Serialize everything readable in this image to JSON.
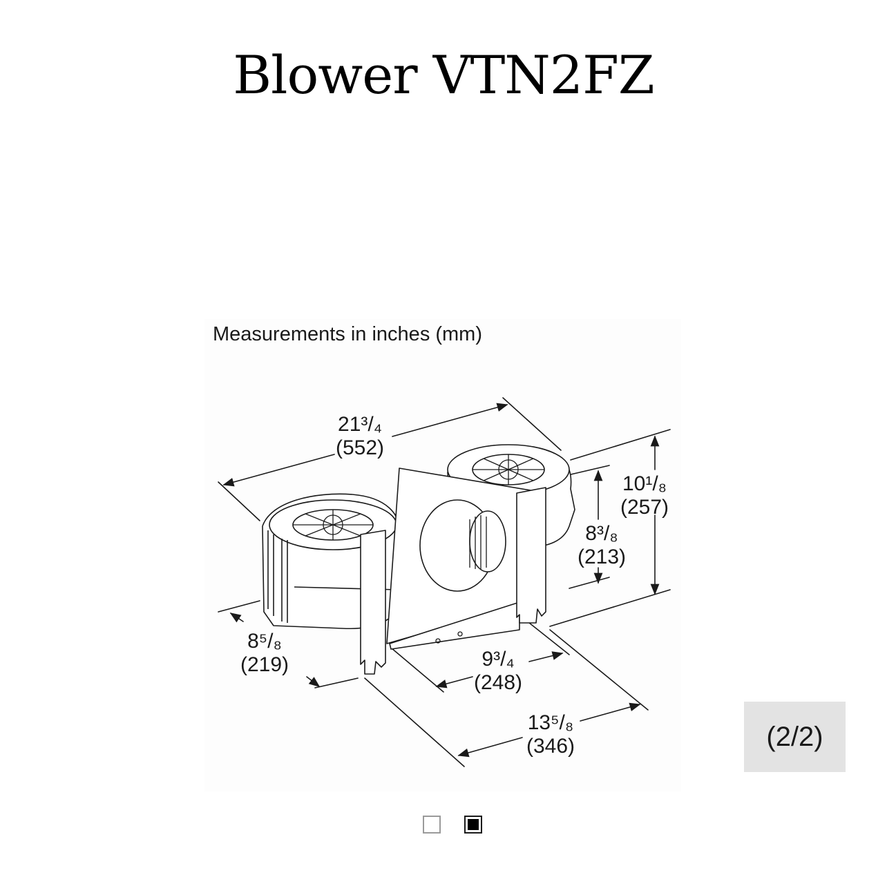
{
  "header": {
    "title": "Blower VTN2FZ"
  },
  "figure": {
    "caption": "Measurements in inches (mm)",
    "dimensions": [
      {
        "id": "width",
        "fraction": "21³/₄",
        "mm": "(552)"
      },
      {
        "id": "height-total",
        "fraction": "10¹/₈",
        "mm": "(257)"
      },
      {
        "id": "height-housing",
        "fraction": "8³/₈",
        "mm": "(213)"
      },
      {
        "id": "blower-depth",
        "fraction": "8⁵/₈",
        "mm": "(219)"
      },
      {
        "id": "bracket-depth",
        "fraction": "9³/₄",
        "mm": "(248)"
      },
      {
        "id": "overall-depth",
        "fraction": "13⁵/₈",
        "mm": "(346)"
      }
    ]
  },
  "gallery": {
    "counter": "(2/2)",
    "slides": [
      {
        "active": false
      },
      {
        "active": true
      }
    ]
  }
}
